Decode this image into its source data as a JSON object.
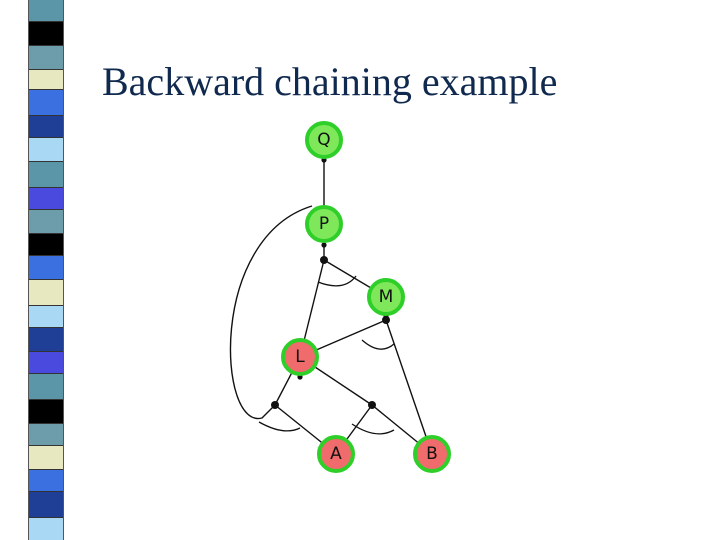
{
  "slide": {
    "title": "Backward chaining example"
  },
  "colors": {
    "title": "#10294e",
    "goal_fill": "#7ee85a",
    "goal_ring": "#3fd13a",
    "subgoal_fill": "#f06b6b",
    "ring": "#2fcf2a",
    "edge": "#111111",
    "stripe": [
      "#5b95a8",
      "#1f3e96",
      "#e8e8c0",
      "#000000",
      "#4a4adf",
      "#a9d8f5",
      "#3b70e0",
      "#6d9dab"
    ]
  },
  "diagram": {
    "nodes": [
      {
        "id": "Q",
        "label": "Q",
        "state": "goal-met"
      },
      {
        "id": "P",
        "label": "P",
        "state": "goal-met"
      },
      {
        "id": "M",
        "label": "M",
        "state": "goal-met"
      },
      {
        "id": "L",
        "label": "L",
        "state": "subgoal"
      },
      {
        "id": "A",
        "label": "A",
        "state": "subgoal"
      },
      {
        "id": "B",
        "label": "B",
        "state": "subgoal"
      }
    ],
    "rules": [
      {
        "premises": [
          "P"
        ],
        "conclusion": "Q"
      },
      {
        "premises": [
          "L",
          "M"
        ],
        "conclusion": "P"
      },
      {
        "premises": [
          "B",
          "L"
        ],
        "conclusion": "M"
      },
      {
        "premises": [
          "A",
          "P"
        ],
        "conclusion": "L"
      },
      {
        "premises": [
          "A",
          "B"
        ],
        "conclusion": "L"
      }
    ]
  }
}
